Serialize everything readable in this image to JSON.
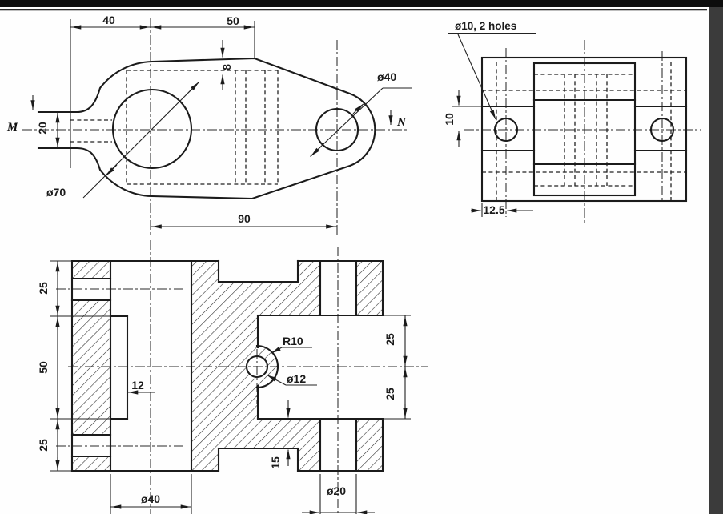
{
  "colors": {
    "ink": "#1b1b1b",
    "paper": "#fefefe",
    "top_bar": "#0d0d0d",
    "rule_line": "#2a2a2a",
    "right_band": "#3b3b3b"
  },
  "plan": {
    "d40": "40",
    "d50": "50",
    "d8": "8",
    "d20": "20",
    "d90": "90",
    "phi70": "ø70",
    "phi40": "ø40",
    "m": "M",
    "n": "N"
  },
  "side": {
    "phi10_note": "ø10, 2 holes",
    "d10": "10",
    "d12_5": "12.5"
  },
  "section": {
    "d25_top": "25",
    "d50": "50",
    "d25_bot": "25",
    "d12": "12",
    "r10": "R10",
    "phi12": "ø12",
    "d25_right_top": "25",
    "d25_right_bot": "25",
    "d15": "15",
    "phi40": "ø40",
    "phi20": "ø20"
  }
}
